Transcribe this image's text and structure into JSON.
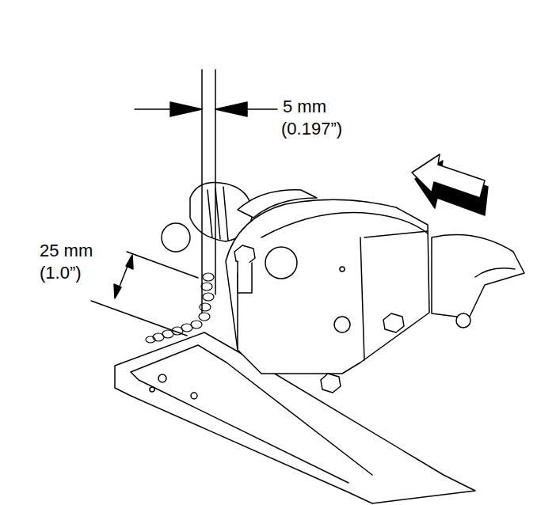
{
  "diagram": {
    "labels": [
      "5 mm",
      "(0.197”)",
      "25 mm",
      "(1.0”)"
    ]
  }
}
